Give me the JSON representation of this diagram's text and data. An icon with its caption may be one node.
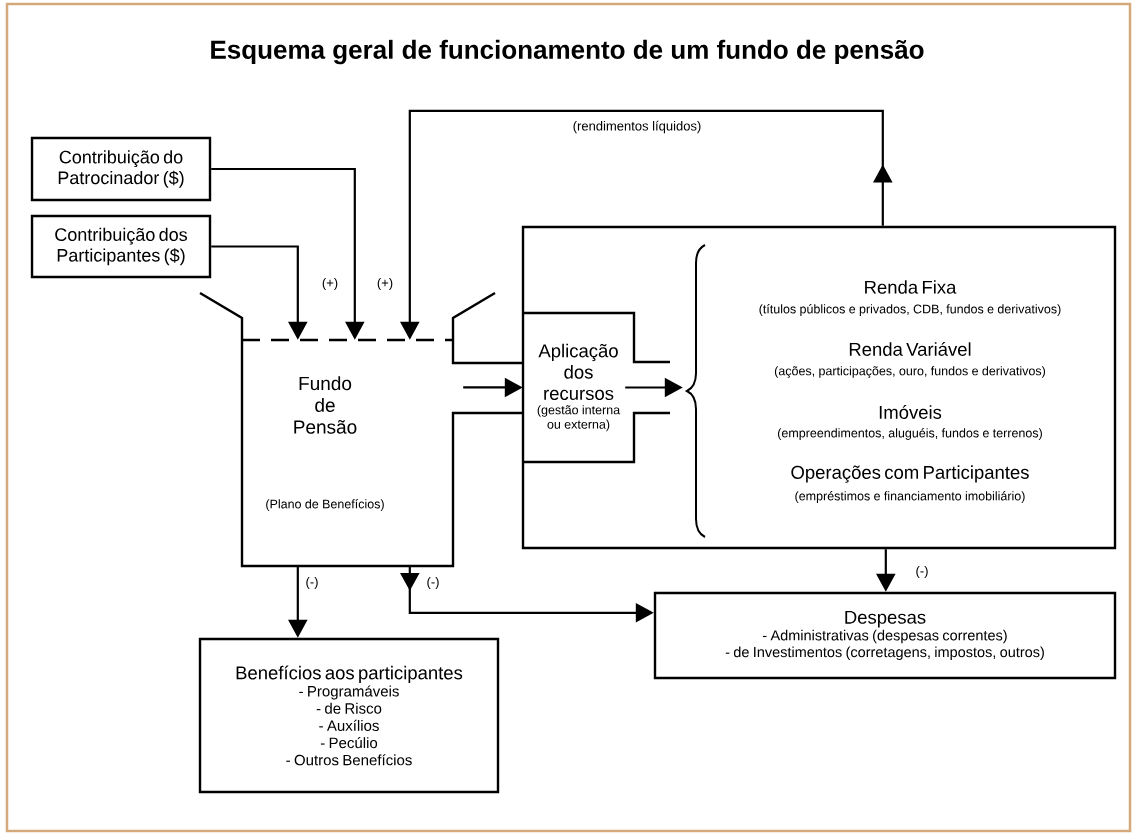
{
  "diagram": {
    "title": "Esquema geral de funcionamento de um fundo de pensão",
    "nodes": [
      {
        "text": [
          "Contribuição do Patrocinador ($)"
        ]
      },
      {
        "text": [
          "Contribuição dos Participantes ($)"
        ]
      },
      {
        "text": [
          "Fundo de Pensão",
          "(Plano de Benefícios)"
        ]
      },
      {
        "text": [],
        "shape": "box"
      },
      {
        "text": [
          "Aplicação dos recursos",
          "(gestão interna ou externa)"
        ],
        "in": 3
      },
      {
        "text": [
          "Renda Fixa",
          "(títulos públicos e privados, CDB, fundos e derivativos)",
          "Renda Variável",
          "(ações, participações, ouro, fundos e derivativos)",
          "Imóveis",
          "(empreendimentos, aluguéis, fundos e terrenos)",
          "Operações com Participantes",
          "(empréstimos e financiamento imobiliário)"
        ],
        "in": 3
      },
      {
        "text": [
          "Despesas",
          "- Administrativas (despesas correntes)",
          "- de Investimentos (corretagens, impostos, outros)"
        ]
      },
      {
        "text": [
          "Benefícios aos participantes",
          "- Programáveis",
          "- de Risco",
          "- Auxílios",
          "- Pecúlio",
          "- Outros Benefícios"
        ]
      }
    ],
    "edges": [
      {
        "from": 0,
        "to": 2,
        "arrow": "to"
      },
      {
        "from": 1,
        "to": 2,
        "arrow": "to"
      },
      {
        "from": 3,
        "to": 2,
        "arrow": "to",
        "label": "(rendimentos líquidos)"
      },
      {
        "from": 2,
        "to": 4,
        "arrow": "to"
      },
      {
        "from": 4,
        "to": 5,
        "arrow": "to"
      },
      {
        "from": 2,
        "to": 7,
        "arrow": "to",
        "label": "(-)"
      },
      {
        "from": 2,
        "to": 6,
        "arrow": "to",
        "label": "(-)"
      },
      {
        "from": 3,
        "to": 6,
        "arrow": "to",
        "label": "(-)"
      }
    ],
    "labels": [
      "(+)",
      "(+)"
    ]
  }
}
